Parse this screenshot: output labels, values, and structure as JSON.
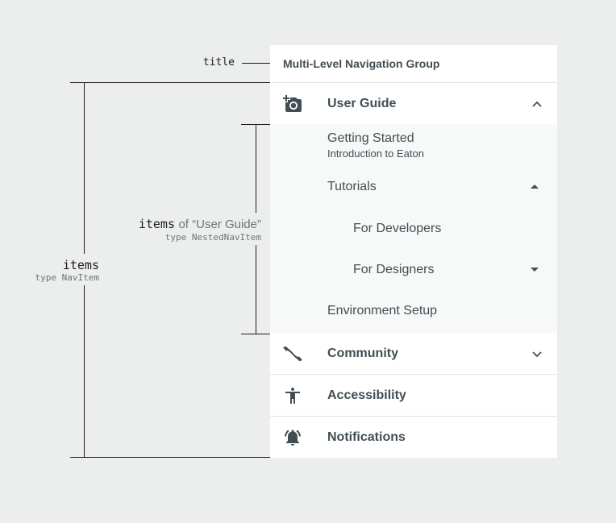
{
  "annotations": {
    "title_label": "title",
    "items_label": "items",
    "items_type": "type NavItem",
    "nested_label": "items",
    "nested_of": "of “User Guide”",
    "nested_type": "type NestedNavItem"
  },
  "drawer": {
    "title": "Multi-Level Navigation Group",
    "items": [
      {
        "label": "User Guide",
        "icon": "add-a-photo-icon",
        "expanded": true
      },
      {
        "label": "Community",
        "icon": "fitness-icon",
        "expanded": false
      },
      {
        "label": "Accessibility",
        "icon": "accessibility-icon"
      },
      {
        "label": "Notifications",
        "icon": "notifications-active-icon"
      }
    ],
    "nested": [
      {
        "label": "Getting Started",
        "subtitle": "Introduction to Eaton"
      },
      {
        "label": "Tutorials",
        "expanded": true,
        "children": [
          {
            "label": "For Developers"
          },
          {
            "label": "For Designers",
            "collapsed_indicator": true
          }
        ]
      },
      {
        "label": "Environment Setup"
      }
    ]
  },
  "colors": {
    "background": "#eceeed",
    "drawer": "#ffffff",
    "nested_bg": "#f7f8f8",
    "text": "#424e54",
    "line": "#1d1d1d"
  }
}
